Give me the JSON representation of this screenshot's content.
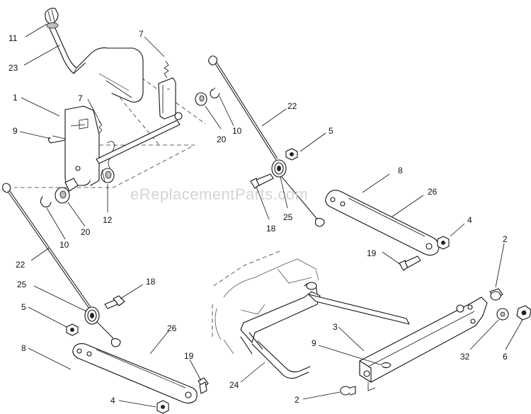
{
  "watermark": "eReplacementParts.com",
  "callouts": {
    "c1": "1",
    "c2a": "2",
    "c2b": "2",
    "c3": "3",
    "c4a": "4",
    "c4b": "4",
    "c5a": "5",
    "c5b": "5",
    "c6": "6",
    "c7a": "7",
    "c7b": "7",
    "c8a": "8",
    "c8b": "8",
    "c9a": "9",
    "c9b": "9",
    "c10a": "10",
    "c10b": "10",
    "c11": "11",
    "c12": "12",
    "c18a": "18",
    "c18b": "18",
    "c19a": "19",
    "c19b": "19",
    "c20a": "20",
    "c20b": "20",
    "c22a": "22",
    "c22b": "22",
    "c23": "23",
    "c24": "24",
    "c25a": "25",
    "c25b": "25",
    "c26a": "26",
    "c26b": "26",
    "c32": "32"
  }
}
